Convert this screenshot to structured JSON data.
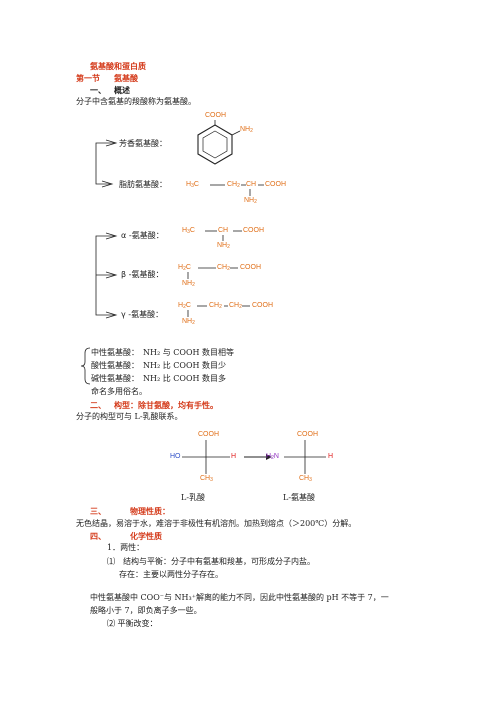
{
  "doc_title": "氨基酸和蛋白质",
  "section1": {
    "label": "第一节",
    "title": "氨基酸"
  },
  "heading1": {
    "num": "一、",
    "title": "概述"
  },
  "definition": "分子中含氨基的羧酸称为氨基酸。",
  "classification1": {
    "aromatic_label": "芳香氨基酸：",
    "aliphatic_label": "脂肪氨基酸：",
    "benzene_cooh": "COOH",
    "benzene_nh2": "NH",
    "benzene_nh2_sub": "2"
  },
  "chem_aliphatic": {
    "h3c": "H",
    "h3c_sub": "3",
    "c": "C",
    "ch2": "CH",
    "ch2_sub": "2",
    "ch": "CH",
    "cooh": "COOH",
    "nh2": "NH",
    "nh2_sub": "2"
  },
  "classification2": {
    "alpha_label": "α -氨基酸：",
    "beta_label": "β -氨基酸：",
    "gamma_label": "γ -氨基酸："
  },
  "chem_common": {
    "h": "H",
    "c": "C",
    "three": "3",
    "two": "2",
    "ch": "CH",
    "cooh": "COOH",
    "nh": "NH"
  },
  "acidity": {
    "neutral": "中性氨基酸：　NH₂ 与 COOH 数目相等",
    "acidic": "酸性氨基酸：　NH₂ 比 COOH 数目少",
    "basic": "碱性氨基酸：　NH₂ 比 COOH 数目多",
    "naming": "命名多用俗名。"
  },
  "heading2": {
    "num": "二、",
    "title": "构型：除甘氨酸，均有手性。"
  },
  "config_text": "分子的构型可与 L-乳酸联系。",
  "fischer": {
    "lactic": {
      "top": "COOH",
      "left": "HO",
      "right": "H",
      "bottom": "CH",
      "bottom_sub": "3",
      "caption": "L-乳酸"
    },
    "amino": {
      "top": "COOH",
      "left": "H",
      "left_sub": "2",
      "left_n": "N",
      "right": "H",
      "bottom": "CH",
      "bottom_sub": "3",
      "caption": "L-氨基酸"
    }
  },
  "heading3": {
    "num": "三、",
    "title": "物理性质："
  },
  "physical_text": "无色结晶，易溶于水，难溶于非极性有机溶剂。加热到熔点（＞200℃）分解。",
  "heading4": {
    "num": "四、",
    "title": "化学性质"
  },
  "chem_props": {
    "item1": "1．两性：",
    "item1_1": "⑴　结构与平衡：分子中有氨基和羧基，可形成分子内盐。",
    "item1_1_note": "存在：主要以两性分子存在。",
    "para_line1": "中性氨基酸中 COO⁻与 NH₃⁺解离的能力不同，因此中性氨基酸的 pH 不等于 7，一",
    "para_line2": "般略小于 7，即负离子多一些。",
    "item1_2": "⑵  平衡改变："
  }
}
